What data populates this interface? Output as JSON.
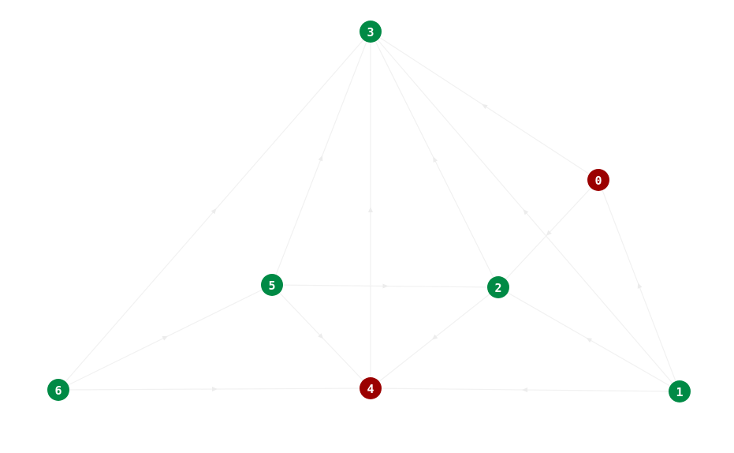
{
  "graph": {
    "colors": {
      "green": "#008a45",
      "red": "#9b0000",
      "edge": "#f1f1f1"
    },
    "nodes": [
      {
        "id": "0",
        "label": "0",
        "color": "red"
      },
      {
        "id": "1",
        "label": "1",
        "color": "green"
      },
      {
        "id": "2",
        "label": "2",
        "color": "green"
      },
      {
        "id": "3",
        "label": "3",
        "color": "green"
      },
      {
        "id": "4",
        "label": "4",
        "color": "red"
      },
      {
        "id": "5",
        "label": "5",
        "color": "green"
      },
      {
        "id": "6",
        "label": "6",
        "color": "green"
      }
    ],
    "edges": [
      {
        "source": "0",
        "target": "3"
      },
      {
        "source": "0",
        "target": "2"
      },
      {
        "source": "1",
        "target": "0"
      },
      {
        "source": "1",
        "target": "3"
      },
      {
        "source": "1",
        "target": "2"
      },
      {
        "source": "1",
        "target": "4"
      },
      {
        "source": "2",
        "target": "3"
      },
      {
        "source": "2",
        "target": "4"
      },
      {
        "source": "5",
        "target": "2"
      },
      {
        "source": "5",
        "target": "3"
      },
      {
        "source": "4",
        "target": "3"
      },
      {
        "source": "5",
        "target": "4"
      },
      {
        "source": "6",
        "target": "3"
      },
      {
        "source": "6",
        "target": "5"
      },
      {
        "source": "6",
        "target": "4"
      }
    ]
  }
}
